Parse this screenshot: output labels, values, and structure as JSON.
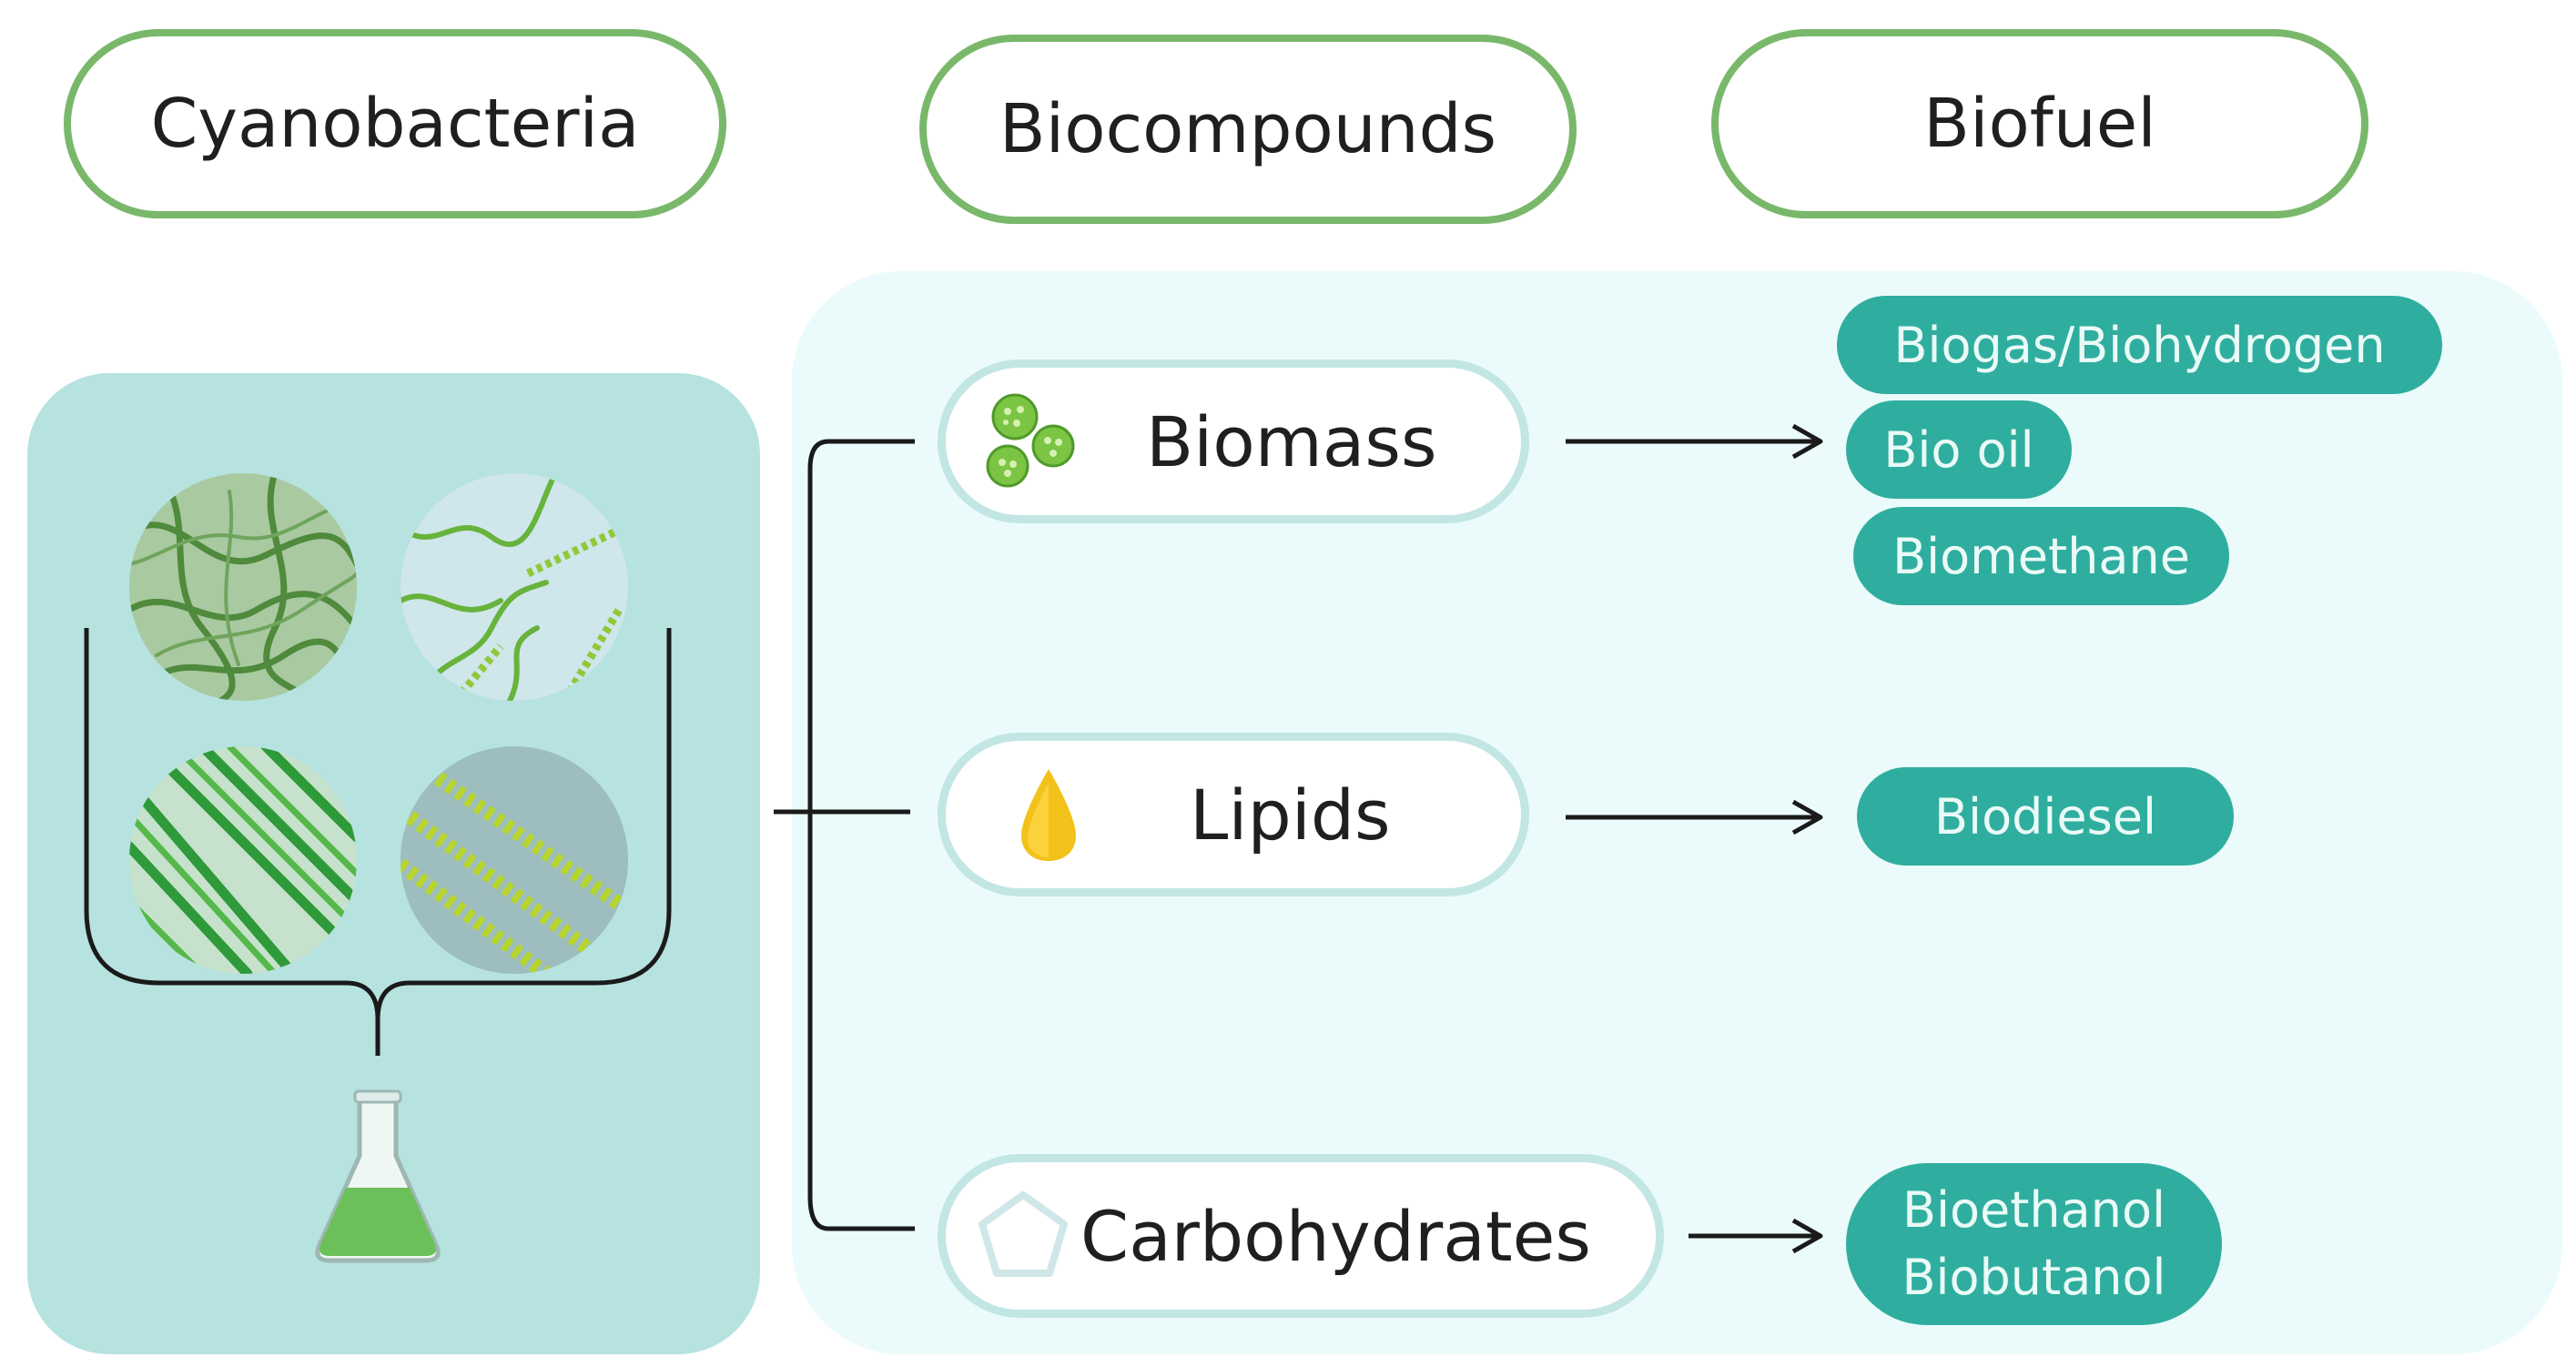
{
  "headers": {
    "cyanobacteria": "Cyanobacteria",
    "biocompounds": "Biocompounds",
    "biofuel": "Biofuel"
  },
  "compounds": {
    "biomass": {
      "label": "Biomass",
      "icon": "cell-cluster-icon",
      "fuels": [
        "Biogas/Biohydrogen",
        "Bio oil",
        "Biomethane"
      ]
    },
    "lipids": {
      "label": "Lipids",
      "icon": "oil-drop-icon",
      "fuels": [
        "Biodiesel"
      ]
    },
    "carbohydrates": {
      "label": "Carbohydrates",
      "icon": "pentagon-icon",
      "fuels": [
        "Bioethanol",
        "Biobutanol"
      ]
    }
  },
  "colors": {
    "header_border": "#79b86a",
    "left_panel": "#b6e2df",
    "right_panel": "#ebfbfb",
    "compound_border": "#c2e6e4",
    "fuel_pill": "#2fae9f",
    "fuel_text": "#eafaf7",
    "connector": "#1a1a1a"
  },
  "images": {
    "micrographs": [
      "filamentous-cyanobacteria-micrograph-1",
      "spiral-cyanobacteria-micrograph-2",
      "filamentous-cyanobacteria-micrograph-3",
      "spirulina-micrograph-4"
    ],
    "flask": "green-culture-flask-icon"
  }
}
